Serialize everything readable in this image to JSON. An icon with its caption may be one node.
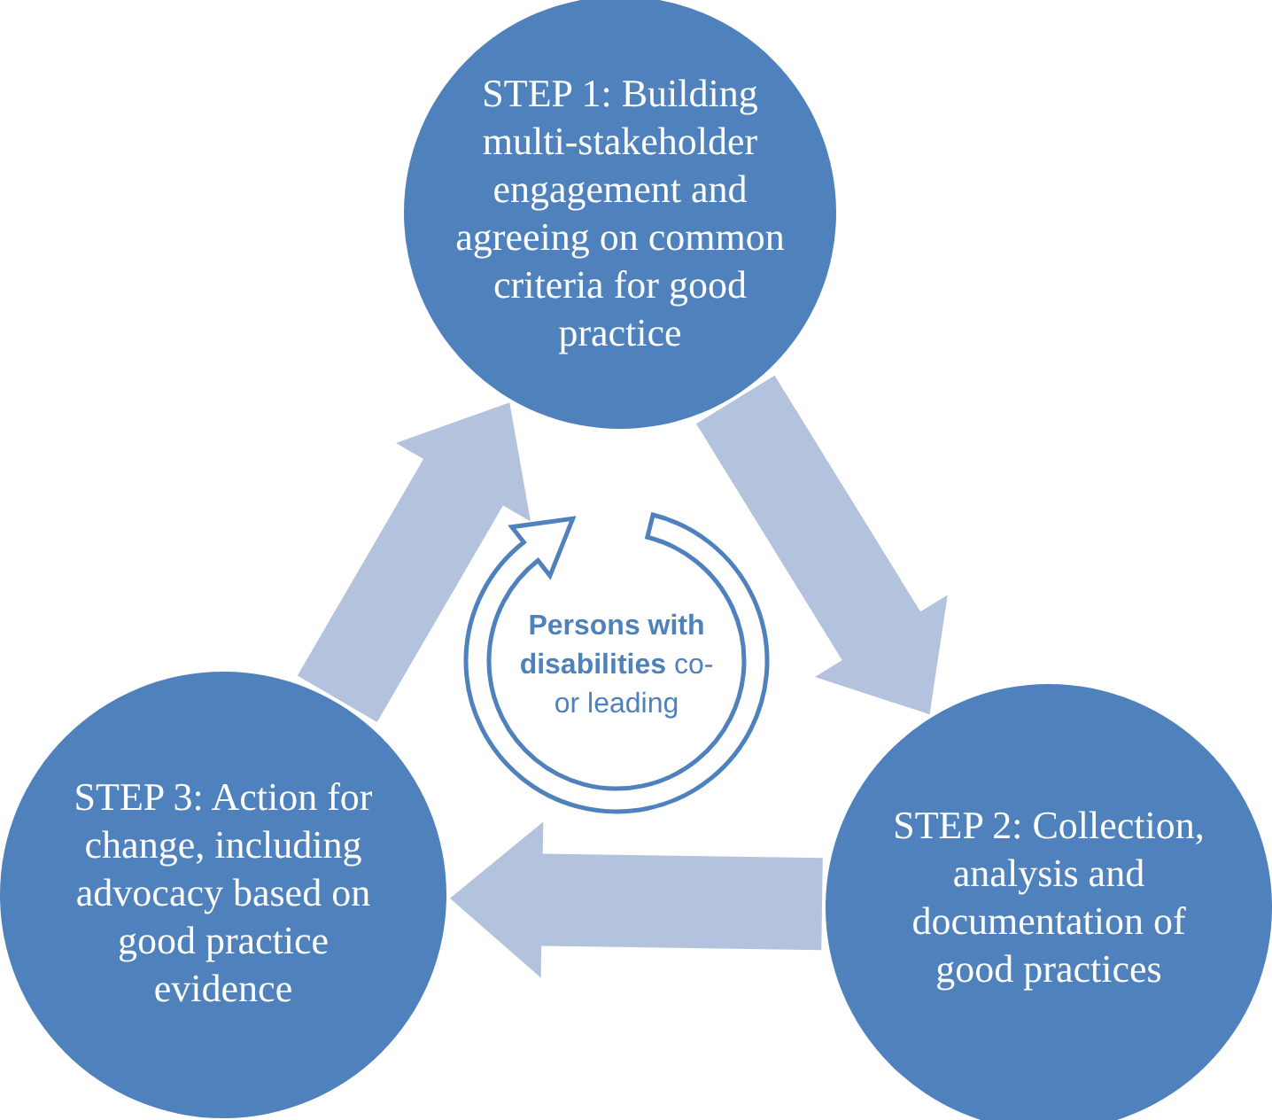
{
  "diagram": {
    "nodes": [
      {
        "text": [
          "STEP 1: Building multi-stakeholder engagement and agreeing on common criteria for good practice"
        ]
      },
      {
        "text": [
          "STEP 2: Collection, analysis and documentation of good practices"
        ]
      },
      {
        "text": [
          "STEP 3: Action for change, including advocacy based on good practice evidence"
        ]
      },
      {
        "text": [
          "**Persons with disabilities** co- or leading"
        ]
      }
    ],
    "edges": [
      {
        "from": 0,
        "to": 1,
        "arrow": "to",
        "style": "thick"
      },
      {
        "from": 1,
        "to": 2,
        "arrow": "to",
        "style": "thick"
      },
      {
        "from": 2,
        "to": 0,
        "arrow": "to",
        "style": "thick"
      }
    ]
  }
}
